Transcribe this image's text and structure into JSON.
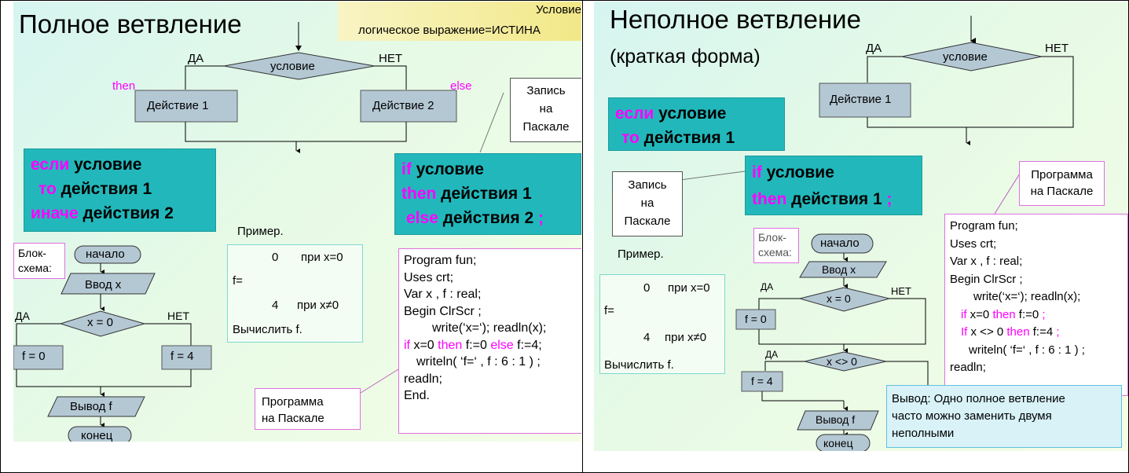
{
  "slide1": {
    "title": "Полное ветвление",
    "condition_note": [
      "Условие",
      "логическое выражение=ИСТИНА"
    ],
    "flow": {
      "condition": "условие",
      "yes": "ДА",
      "no": "НЕТ",
      "then_label": "then",
      "else_label": "else",
      "action1": "Действие 1",
      "action2": "Действие 2"
    },
    "ru_form": [
      {
        "kw": "если",
        "text": " условие"
      },
      {
        "kw": "то",
        "text": "  действия 1"
      },
      {
        "kw": "иначе",
        "text": " действия 2"
      }
    ],
    "pascal_form": [
      {
        "kw": "if",
        "text": " условие"
      },
      {
        "kw": "then",
        "text": " действия 1"
      },
      {
        "kw": "else",
        "text": " действия 2 ",
        "tail": ";"
      }
    ],
    "pascal_note": [
      "Запись",
      "на",
      "Паскале"
    ],
    "block_label": [
      "Блок-",
      "схема:"
    ],
    "bs": {
      "start": "начало",
      "input": "Ввод x",
      "yes": "ДА",
      "no": "НЕТ",
      "cond": "x = 0",
      "f0": "f = 0",
      "f4": "f = 4",
      "output": "Вывод f",
      "end": "конец"
    },
    "example": {
      "heading": "Пример.",
      "f": "f=",
      "case1_val": "0",
      "case1_cond": "при x=0",
      "case2_val": "4",
      "case2_cond": "при x≠0",
      "task": "Вычислить f."
    },
    "program_note": [
      "Программа",
      "на Паскале"
    ],
    "program": {
      "l1": "Program   fun;",
      "l2": "Uses crt;",
      "l3": "Var  x , f : real;",
      "l4": "Begin  ClrScr ;",
      "l5": "write(‘x=‘); readln(x);",
      "l6a": "if",
      "l6b": " x=0  ",
      "l6c": "then",
      "l6d": " f:=0  ",
      "l6e": "else",
      "l6f": "  f:=4;",
      "l7": "writeln( ‘f=‘ , f : 6 : 1 ) ;",
      "l8": "readln;",
      "l9": "End."
    }
  },
  "slide2": {
    "title": "Неполное ветвление",
    "subtitle": "(краткая форма)",
    "flow": {
      "yes": "ДА",
      "no": "НЕТ",
      "condition": "условие",
      "action1": "Действие 1"
    },
    "ru_form": [
      {
        "kw": "если",
        "text": " условие"
      },
      {
        "kw": "то",
        "text": "  действия 1"
      }
    ],
    "pascal_form": [
      {
        "kw": "if",
        "text": " условие"
      },
      {
        "kw": "then",
        "text": " действия 1 ",
        "tail": ";"
      }
    ],
    "pascal_note": [
      "Запись",
      "на",
      "Паскале"
    ],
    "program_note": [
      "Программа",
      "на Паскале"
    ],
    "example": {
      "heading": "Пример.",
      "f": "f=",
      "case1_val": "0",
      "case1_cond": "при x=0",
      "case2_val": "4",
      "case2_cond": "при x≠0",
      "task": "Вычислить f."
    },
    "block_label": [
      "Блок-",
      "схема:"
    ],
    "bs": {
      "start": "начало",
      "input": "Ввод x",
      "yes1": "ДА",
      "no1": "НЕТ",
      "cond1": "x = 0",
      "f0": "f = 0",
      "yes2": "ДА",
      "cond2": "x <> 0",
      "f4": "f = 4",
      "output": "Вывод f",
      "end": "конец"
    },
    "program": {
      "l1": "Program   fun;",
      "l2": "Uses crt;",
      "l3": "Var  x , f : real;",
      "l4": "Begin  ClrScr ;",
      "l5": "write(‘x=‘); readln(x);",
      "l6a": "if",
      "l6b": " x=0     ",
      "l6c": "then",
      "l6d": "  f:=0 ",
      "l6e": ";",
      "l7a": "If",
      "l7b": " x <> 0  ",
      "l7c": "then",
      "l7d": "  f:=4 ",
      "l7e": ";",
      "l8": "writeln( ‘f=‘ , f : 6 : 1 ) ;",
      "l9": "readln;"
    },
    "conclusion": [
      "Вывод: Одно полное ветвление",
      "часто можно заменить двумя",
      "неполными"
    ]
  }
}
